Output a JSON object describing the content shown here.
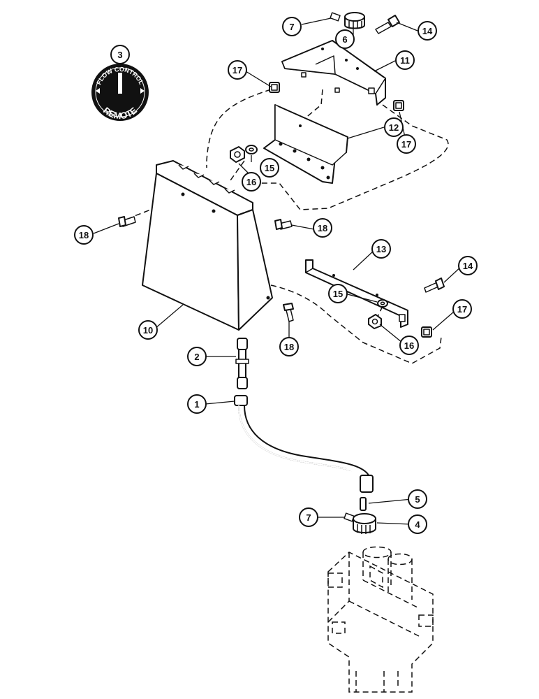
{
  "knob": {
    "label_top": "FLOW CONTROL",
    "label_bottom": "REMOTE"
  },
  "callouts": [
    {
      "id": "c1",
      "label": "1"
    },
    {
      "id": "c2",
      "label": "2"
    },
    {
      "id": "c3",
      "label": "3"
    },
    {
      "id": "c4",
      "label": "4"
    },
    {
      "id": "c5",
      "label": "5"
    },
    {
      "id": "c6",
      "label": "6"
    },
    {
      "id": "c7a",
      "label": "7"
    },
    {
      "id": "c7b",
      "label": "7"
    },
    {
      "id": "c10",
      "label": "10"
    },
    {
      "id": "c11",
      "label": "11"
    },
    {
      "id": "c12",
      "label": "12"
    },
    {
      "id": "c13",
      "label": "13"
    },
    {
      "id": "c14a",
      "label": "14"
    },
    {
      "id": "c14b",
      "label": "14"
    },
    {
      "id": "c15a",
      "label": "15"
    },
    {
      "id": "c15b",
      "label": "15"
    },
    {
      "id": "c16a",
      "label": "16"
    },
    {
      "id": "c16b",
      "label": "16"
    },
    {
      "id": "c17a",
      "label": "17"
    },
    {
      "id": "c17b",
      "label": "17"
    },
    {
      "id": "c17c",
      "label": "17"
    },
    {
      "id": "c18a",
      "label": "18"
    },
    {
      "id": "c18b",
      "label": "18"
    },
    {
      "id": "c18c",
      "label": "18"
    }
  ]
}
